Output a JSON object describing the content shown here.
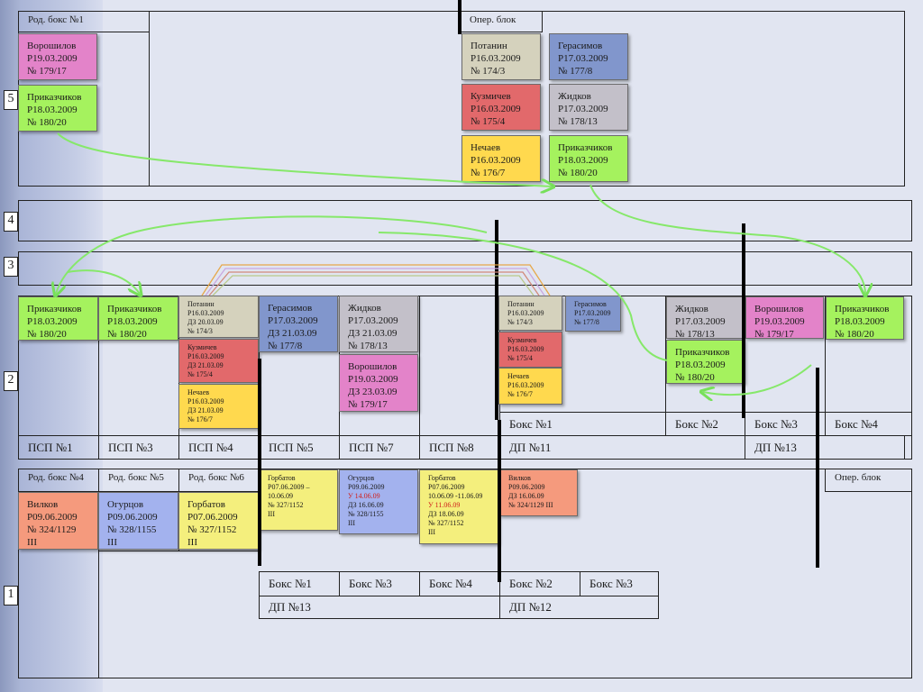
{
  "levels": [
    "5",
    "4",
    "3",
    "2",
    "1"
  ],
  "floor5": {
    "rod_box": "Род. бокс №1",
    "oper_block": "Опер. блок",
    "cards": [
      {
        "name": "Ворошилов",
        "line2": "Р19.03.2009",
        "line3": "№ 179/17",
        "color": "#e383c9"
      },
      {
        "name": "Приказчиков",
        "line2": "Р18.03.2009",
        "line3": "№ 180/20",
        "color": "#a5f25e"
      },
      {
        "name": "Потанин",
        "line2": "Р16.03.2009",
        "line3": "№ 174/3",
        "color": "#d5d2bd"
      },
      {
        "name": "Герасимов",
        "line2": "Р17.03.2009",
        "line3": "№ 177/8",
        "color": "#8196cc"
      },
      {
        "name": "Кузмичев",
        "line2": "Р16.03.2009",
        "line3": "№ 175/4",
        "color": "#e2696b"
      },
      {
        "name": "Жидков",
        "line2": "Р17.03.2009",
        "line3": "№ 178/13",
        "color": "#c3c0c9"
      },
      {
        "name": "Нечаев",
        "line2": "Р16.03.2009",
        "line3": "№ 176/7",
        "color": "#ffd94e"
      },
      {
        "name": "Приказчиков",
        "line2": "Р18.03.2009",
        "line3": "№ 180/20",
        "color": "#a5f25e"
      }
    ]
  },
  "floor2": {
    "psp": [
      "ПСП №1",
      "ПСП №3",
      "ПСП №4",
      "ПСП №5",
      "ПСП №7",
      "ПСП №8"
    ],
    "dp11": "ДП №11",
    "dp13": "ДП №13",
    "boxes": [
      "Бокс №1",
      "Бокс №2",
      "Бокс №3",
      "Бокс №4"
    ],
    "cards": [
      {
        "name": "Приказчиков",
        "line2": "Р18.03.2009",
        "line3": "№ 180/20"
      },
      {
        "name": "Приказчиков",
        "line2": "Р18.03.2009",
        "line3": "№ 180/20"
      },
      {
        "name": "Потанин",
        "line2": "Р16.03.2009",
        "line3": "ДЗ 20.03.09",
        "line4": "№ 174/3"
      },
      {
        "name": "Кузмичев",
        "line2": "Р16.03.2009",
        "line3": "ДЗ 21.03.09",
        "line4": "№ 175/4"
      },
      {
        "name": "Нечаев",
        "line2": "Р16.03.2009",
        "line3": "ДЗ 21.03.09",
        "line4": "№ 176/7"
      },
      {
        "name": "Герасимов",
        "line2": "Р17.03.2009",
        "line3": "ДЗ 21.03.09",
        "line4": "№ 177/8"
      },
      {
        "name": "Жидков",
        "line2": "Р17.03.2009",
        "line3": "ДЗ 21.03.09",
        "line4": "№ 178/13"
      },
      {
        "name": "Ворошилов",
        "line2": "Р19.03.2009",
        "line3": "ДЗ 23.03.09",
        "line4": "№ 179/17"
      },
      {
        "name": "Потанин",
        "line2": "Р16.03.2009",
        "line3": "№ 174/3"
      },
      {
        "name": "Герасимов",
        "line2": "Р17.03.2009",
        "line3": "№ 177/8"
      },
      {
        "name": "Кузмичев",
        "line2": "Р16.03.2009",
        "line3": "№ 175/4"
      },
      {
        "name": "Нечаев",
        "line2": "Р16.03.2009",
        "line3": "№ 176/7"
      },
      {
        "name": "Жидков",
        "line2": "Р17.03.2009",
        "line3": "№ 178/13"
      },
      {
        "name": "Приказчиков",
        "line2": "Р18.03.2009",
        "line3": "№ 180/20"
      },
      {
        "name": "Ворошилов",
        "line2": "Р19.03.2009",
        "line3": "№ 179/17"
      },
      {
        "name": "Приказчиков",
        "line2": "Р18.03.2009",
        "line3": "№ 180/20"
      }
    ]
  },
  "floor1": {
    "rod_boxes": [
      "Род. бокс №4",
      "Род. бокс №5",
      "Род. бокс №6"
    ],
    "oper_block": "Опер. блок",
    "boxes": [
      "Бокс №1",
      "Бокс №3",
      "Бокс №4",
      "Бокс №2",
      "Бокс №3"
    ],
    "dp13": "ДП №13",
    "dp12": "ДП №12",
    "cards": [
      {
        "name": "Вилков",
        "line2": "Р09.06.2009",
        "line3": "№ 324/1129",
        "line4": "III"
      },
      {
        "name": "Огурцов",
        "line2": "Р09.06.2009",
        "line3": "№ 328/1155",
        "line4": "III"
      },
      {
        "name": "Горбатов",
        "line2": "Р07.06.2009",
        "line3": "№ 327/1152",
        "line4": "III"
      },
      {
        "name": "Горбатов",
        "line2": "Р07.06.2009 –",
        "line3": "10.06.09",
        "line4": "№ 327/1152",
        "line5": "III"
      },
      {
        "name": "Огурцов",
        "line2": "Р09.06.2009",
        "line3": "У 14.06.09",
        "line4": "ДЗ 16.06.09",
        "line5": "№ 328/1155",
        "line6": "III"
      },
      {
        "name": "Горбатов",
        "line2": "Р07.06.2009",
        "line3": "10.06.09 -11.06.09",
        "line4": "У 11.06.09",
        "line5": "ДЗ 18.06.09",
        "line6": "№ 327/1152",
        "line7": "III"
      },
      {
        "name": "Вилков",
        "line2": "Р09.06.2009",
        "line3": "ДЗ 16.06.09",
        "line4": "№ 324/1129 III"
      }
    ]
  }
}
